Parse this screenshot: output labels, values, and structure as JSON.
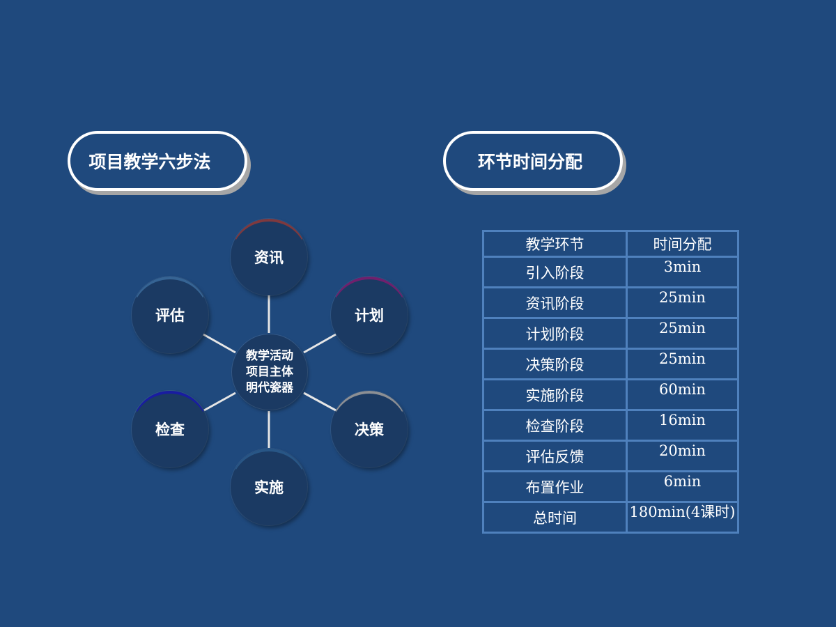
{
  "headings": {
    "left": "项目教学六步法",
    "right": "环节时间分配"
  },
  "diagram": {
    "center_lines": [
      "教学活动",
      "项目主体",
      "明代瓷器"
    ],
    "nodes": [
      {
        "label": "资讯",
        "rim_color": "#8b3a3a"
      },
      {
        "label": "计划",
        "rim_color": "#7a1f6e"
      },
      {
        "label": "决策",
        "rim_color": "#9a9a9a"
      },
      {
        "label": "实施",
        "rim_color": "#2b5a8a"
      },
      {
        "label": "检查",
        "rim_color": "#1a1aa8"
      },
      {
        "label": "评估",
        "rim_color": "#3a6a9a"
      }
    ]
  },
  "timing_table": {
    "headers": [
      "教学环节",
      "时间分配"
    ],
    "rows": [
      [
        "引入阶段",
        "3min"
      ],
      [
        "资讯阶段",
        "25min"
      ],
      [
        "计划阶段",
        "25min"
      ],
      [
        "决策阶段",
        "25min"
      ],
      [
        "实施阶段",
        "60min"
      ],
      [
        "检查阶段",
        "16min"
      ],
      [
        "评估反馈",
        "20min"
      ],
      [
        "布置作业",
        "6min"
      ],
      [
        "总时间",
        "180min(4课时)"
      ]
    ]
  },
  "colors": {
    "background": "#1f497d",
    "node_fill": "#1b3a63",
    "table_border": "#4f81bd"
  }
}
